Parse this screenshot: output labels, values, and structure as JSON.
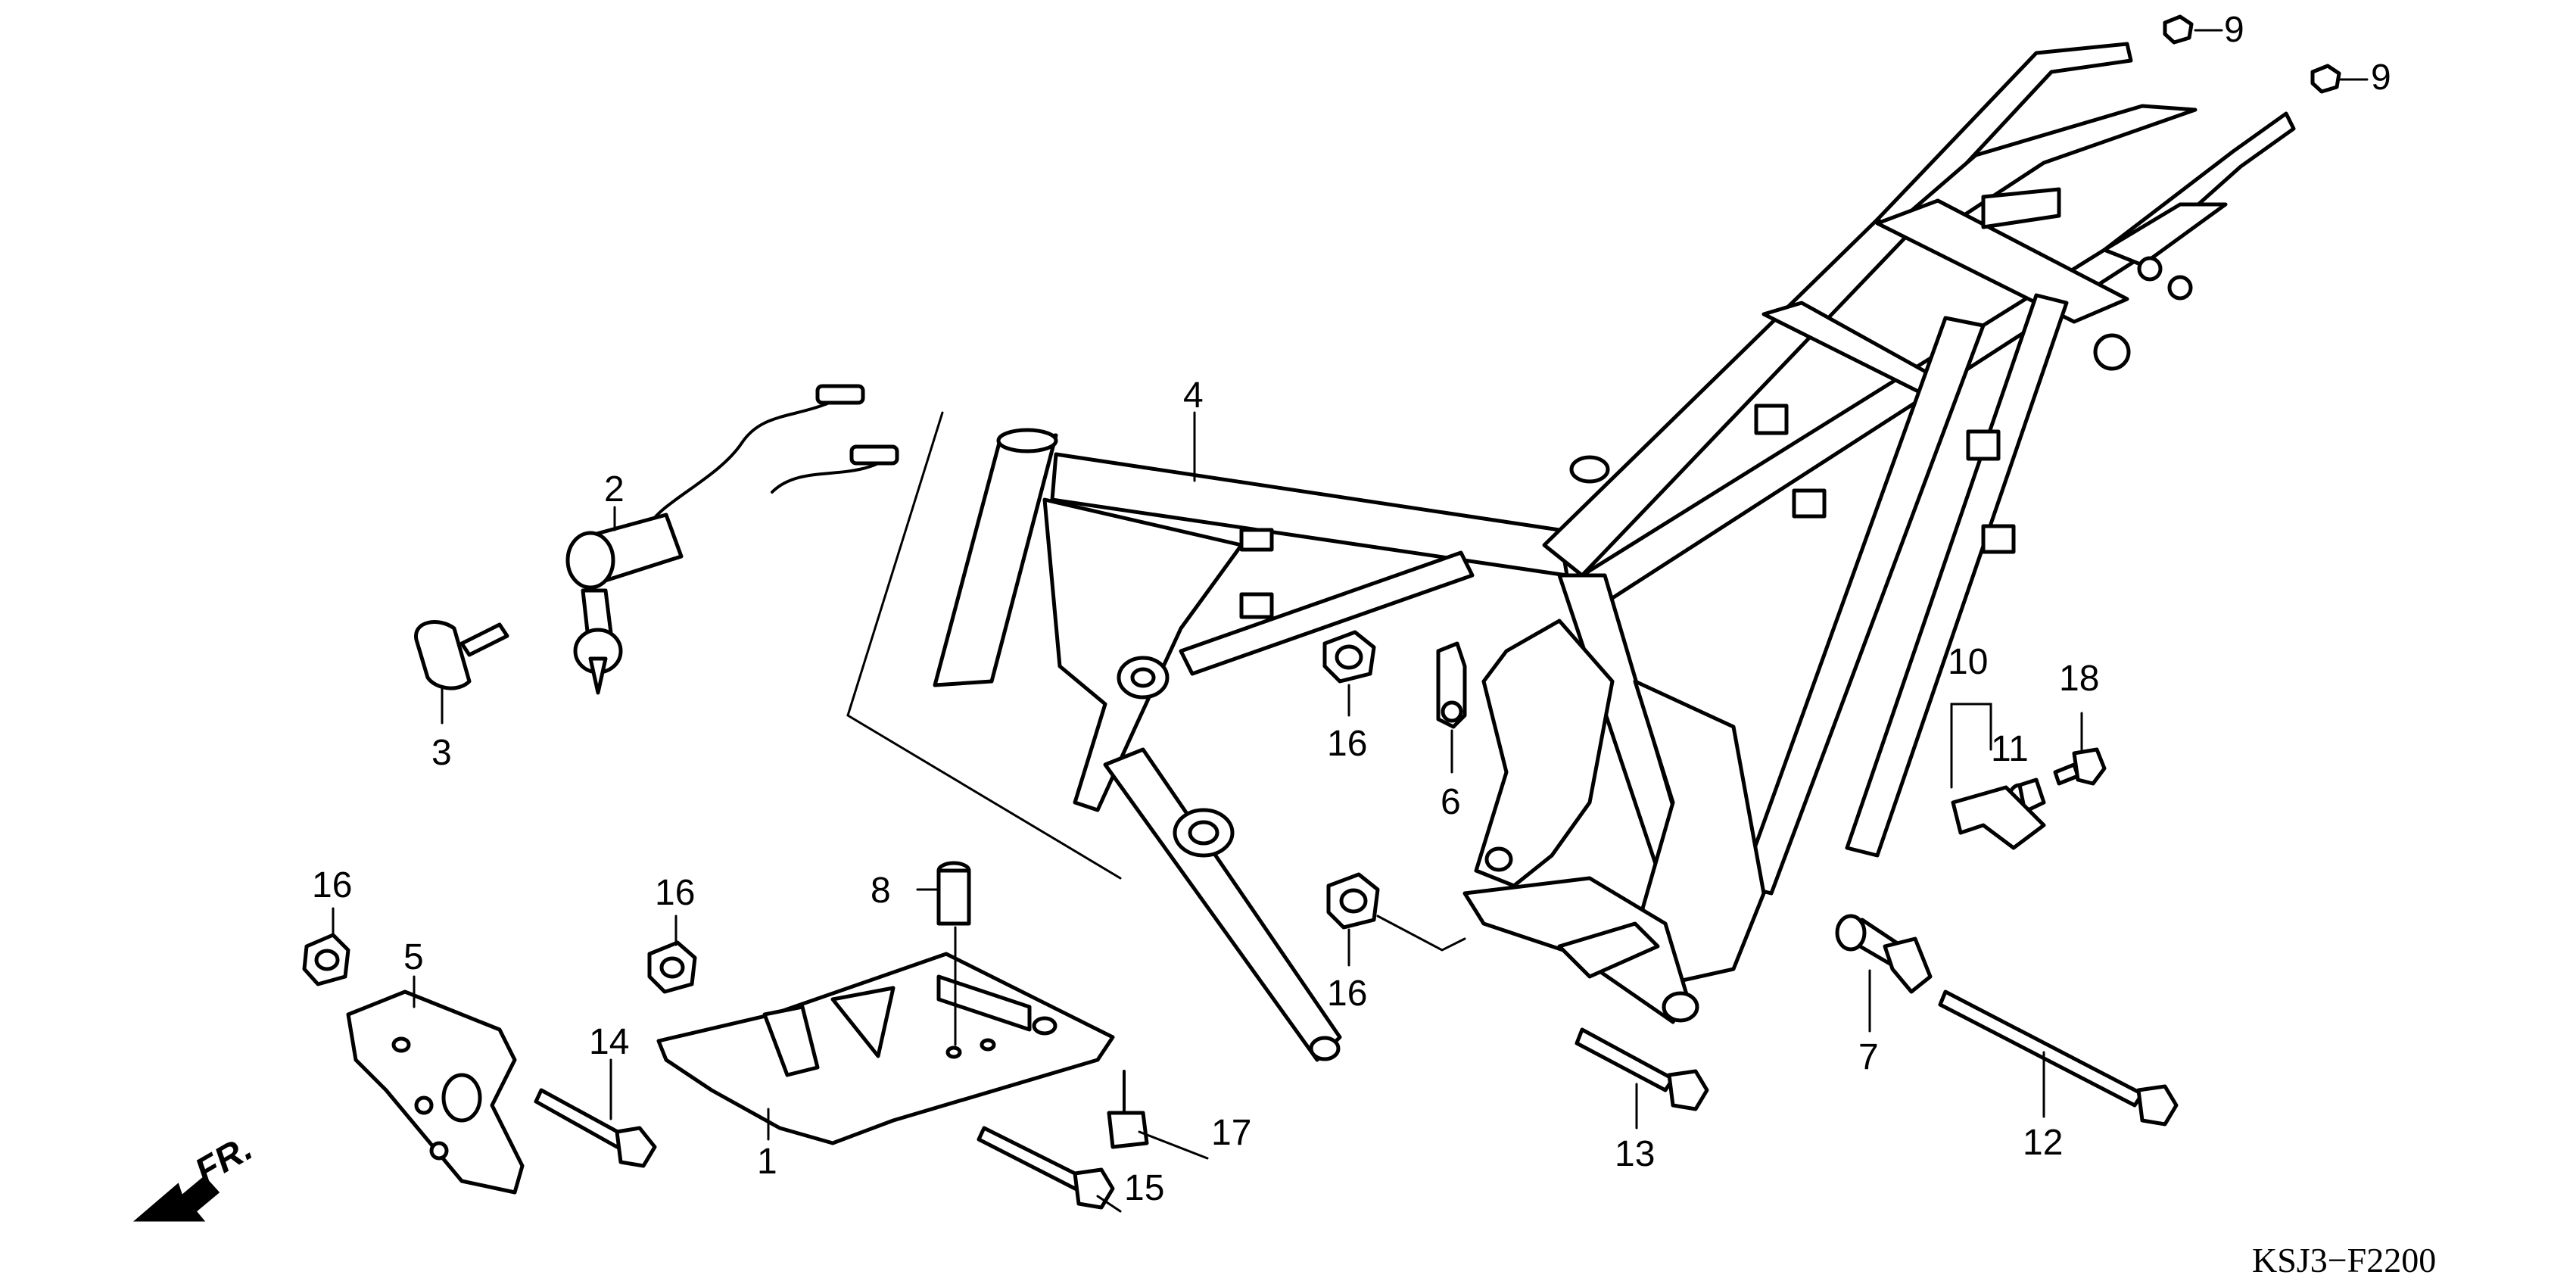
{
  "diagram": {
    "code": "KSJ3−F2200",
    "direction_label": "FR.",
    "callouts": {
      "p1": "1",
      "p2": "2",
      "p3": "3",
      "p4": "4",
      "p5": "5",
      "p6": "6",
      "p7": "7",
      "p8": "8",
      "p9a": "9",
      "p9b": "9",
      "p10": "10",
      "p11": "11",
      "p12": "12",
      "p13": "13",
      "p14": "14",
      "p15": "15",
      "p16a": "16",
      "p16b": "16",
      "p16c": "16",
      "p16d": "16",
      "p17": "17",
      "p18": "18"
    }
  }
}
